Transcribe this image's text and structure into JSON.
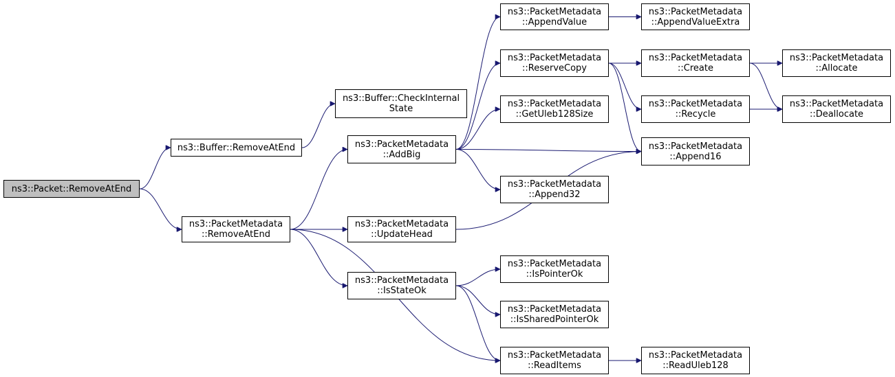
{
  "graph": {
    "type": "call-graph",
    "edge_color": "#191970",
    "root_fill": "#bfbfbf",
    "nodes": [
      {
        "id": "packet_removeatend",
        "lines": [
          "ns3::Packet::RemoveAtEnd"
        ],
        "root": true
      },
      {
        "id": "buffer_removeatend",
        "lines": [
          "ns3::Buffer::RemoveAtEnd"
        ]
      },
      {
        "id": "buffer_checkinternalstate",
        "lines": [
          "ns3::Buffer::CheckInternal",
          "State"
        ]
      },
      {
        "id": "pm_removeatend",
        "lines": [
          "ns3::PacketMetadata",
          "::RemoveAtEnd"
        ]
      },
      {
        "id": "pm_addbig",
        "lines": [
          "ns3::PacketMetadata",
          "::AddBig"
        ]
      },
      {
        "id": "pm_updatehead",
        "lines": [
          "ns3::PacketMetadata",
          "::UpdateHead"
        ]
      },
      {
        "id": "pm_isstateok",
        "lines": [
          "ns3::PacketMetadata",
          "::IsStateOk"
        ]
      },
      {
        "id": "pm_appendvalue",
        "lines": [
          "ns3::PacketMetadata",
          "::AppendValue"
        ]
      },
      {
        "id": "pm_reservecopy",
        "lines": [
          "ns3::PacketMetadata",
          "::ReserveCopy"
        ]
      },
      {
        "id": "pm_getuleb128size",
        "lines": [
          "ns3::PacketMetadata",
          "::GetUleb128Size"
        ]
      },
      {
        "id": "pm_append32",
        "lines": [
          "ns3::PacketMetadata",
          "::Append32"
        ]
      },
      {
        "id": "pm_ispointerok",
        "lines": [
          "ns3::PacketMetadata",
          "::IsPointerOk"
        ]
      },
      {
        "id": "pm_issharedpointerok",
        "lines": [
          "ns3::PacketMetadata",
          "::IsSharedPointerOk"
        ]
      },
      {
        "id": "pm_readitems",
        "lines": [
          "ns3::PacketMetadata",
          "::ReadItems"
        ]
      },
      {
        "id": "pm_appendvalueextra",
        "lines": [
          "ns3::PacketMetadata",
          "::AppendValueExtra"
        ]
      },
      {
        "id": "pm_create",
        "lines": [
          "ns3::PacketMetadata",
          "::Create"
        ]
      },
      {
        "id": "pm_recycle",
        "lines": [
          "ns3::PacketMetadata",
          "::Recycle"
        ]
      },
      {
        "id": "pm_append16",
        "lines": [
          "ns3::PacketMetadata",
          "::Append16"
        ]
      },
      {
        "id": "pm_readuleb128",
        "lines": [
          "ns3::PacketMetadata",
          "::ReadUleb128"
        ]
      },
      {
        "id": "pm_allocate",
        "lines": [
          "ns3::PacketMetadata",
          "::Allocate"
        ]
      },
      {
        "id": "pm_deallocate",
        "lines": [
          "ns3::PacketMetadata",
          "::Deallocate"
        ]
      }
    ],
    "edges": [
      {
        "from": "packet_removeatend",
        "to": "buffer_removeatend"
      },
      {
        "from": "packet_removeatend",
        "to": "pm_removeatend"
      },
      {
        "from": "buffer_removeatend",
        "to": "buffer_checkinternalstate"
      },
      {
        "from": "pm_removeatend",
        "to": "pm_addbig"
      },
      {
        "from": "pm_removeatend",
        "to": "pm_updatehead"
      },
      {
        "from": "pm_removeatend",
        "to": "pm_isstateok"
      },
      {
        "from": "pm_removeatend",
        "to": "pm_readitems"
      },
      {
        "from": "pm_addbig",
        "to": "pm_appendvalue"
      },
      {
        "from": "pm_addbig",
        "to": "pm_reservecopy"
      },
      {
        "from": "pm_addbig",
        "to": "pm_getuleb128size"
      },
      {
        "from": "pm_addbig",
        "to": "pm_append16"
      },
      {
        "from": "pm_addbig",
        "to": "pm_append32"
      },
      {
        "from": "pm_updatehead",
        "to": "pm_append16"
      },
      {
        "from": "pm_isstateok",
        "to": "pm_ispointerok"
      },
      {
        "from": "pm_isstateok",
        "to": "pm_issharedpointerok"
      },
      {
        "from": "pm_isstateok",
        "to": "pm_readitems"
      },
      {
        "from": "pm_appendvalue",
        "to": "pm_appendvalueextra"
      },
      {
        "from": "pm_reservecopy",
        "to": "pm_create"
      },
      {
        "from": "pm_reservecopy",
        "to": "pm_recycle"
      },
      {
        "from": "pm_reservecopy",
        "to": "pm_append16"
      },
      {
        "from": "pm_readitems",
        "to": "pm_readuleb128"
      },
      {
        "from": "pm_create",
        "to": "pm_allocate"
      },
      {
        "from": "pm_create",
        "to": "pm_deallocate"
      },
      {
        "from": "pm_recycle",
        "to": "pm_deallocate"
      }
    ]
  }
}
